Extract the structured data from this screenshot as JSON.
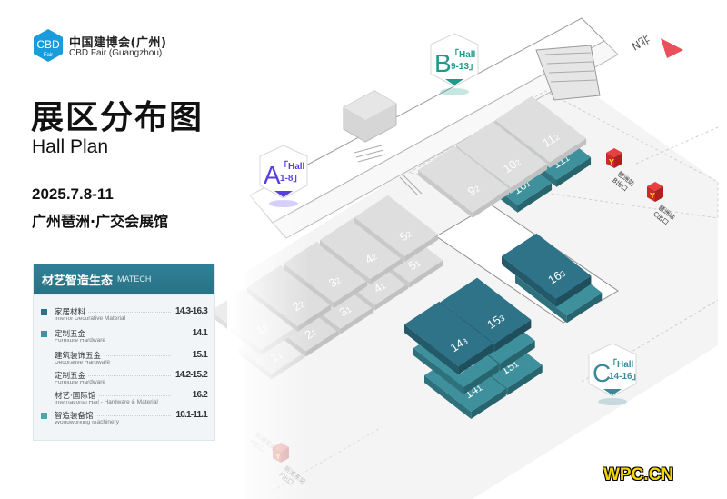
{
  "brand": {
    "logo_text": "CBD",
    "logo_sub": "Fair",
    "name_cn": "中国建博会(广州)",
    "name_en": "CBD Fair (Guangzhou)",
    "color": "#1a9bdc"
  },
  "title": {
    "cn": "展区分布图",
    "en": "Hall Plan"
  },
  "event": {
    "date": "2025.7.8-11",
    "venue": "广州琶洲·广交会展馆"
  },
  "legend": {
    "title_cn": "材艺智造生态",
    "title_en": "MATECH",
    "items": [
      {
        "cn": "家居材料",
        "en": "Interior Decorative Material",
        "value": "14.3-16.3",
        "color": "#2e7189"
      },
      {
        "cn": "定制五金",
        "en": "Furniture Hardware",
        "value": "14.1",
        "color": "#3e95a2"
      },
      {
        "cn": "建筑装饰五金",
        "en": "Decorative Hardware",
        "value": "15.1",
        "color": ""
      },
      {
        "cn": "定制五金",
        "en": "Furniture Hardware",
        "value": "14.2-15.2",
        "color": ""
      },
      {
        "cn": "材艺·国际馆",
        "en": "International Hall - Hardware & Material",
        "value": "16.2",
        "color": ""
      },
      {
        "cn": "智造装备馆",
        "en": "Woodworking Machinery",
        "value": "10.1-11.1",
        "color": "#4ea6ad"
      }
    ]
  },
  "markers": [
    {
      "letter": "A",
      "hall": "「Hall",
      "range": "1-8」",
      "color": "#5a3fe0"
    },
    {
      "letter": "B",
      "hall": "「Hall",
      "range": "9-13」",
      "color": "#1f9a8a"
    },
    {
      "letter": "C",
      "hall": "「Hall",
      "range": "14-16」",
      "color": "#3b8a99"
    }
  ],
  "north": {
    "label": "北N",
    "color": "#e8505b"
  },
  "stations": [
    {
      "name": "琶洲站",
      "exit": "B出口"
    },
    {
      "name": "琶洲站",
      "exit": "C出口"
    },
    {
      "name": "新港东站",
      "exit": "F出口"
    },
    {
      "name": "新港东站",
      "exit": "A出口"
    }
  ],
  "halls": [
    {
      "id": "1.1",
      "main": "1",
      "sub": "1",
      "type": "fade"
    },
    {
      "id": "2.1",
      "main": "2",
      "sub": "1",
      "type": "gray"
    },
    {
      "id": "3.1",
      "main": "3",
      "sub": "1",
      "type": "gray"
    },
    {
      "id": "4.1",
      "main": "4",
      "sub": "1",
      "type": "gray"
    },
    {
      "id": "5.1",
      "main": "5",
      "sub": "1",
      "type": "gray"
    },
    {
      "id": "1.2",
      "main": "1",
      "sub": "2",
      "type": "fade"
    },
    {
      "id": "2.2",
      "main": "2",
      "sub": "2",
      "type": "gray"
    },
    {
      "id": "3.2",
      "main": "3",
      "sub": "2",
      "type": "gray"
    },
    {
      "id": "4.2",
      "main": "4",
      "sub": "2",
      "type": "gray"
    },
    {
      "id": "5.2",
      "main": "5",
      "sub": "2",
      "type": "gray"
    },
    {
      "id": "11.1",
      "main": "11",
      "sub": "1",
      "type": "teal"
    },
    {
      "id": "10.1",
      "main": "10",
      "sub": "1",
      "type": "teal"
    },
    {
      "id": "11.2",
      "main": "11",
      "sub": "2",
      "type": "gray"
    },
    {
      "id": "10.2",
      "main": "10",
      "sub": "2",
      "type": "gray"
    },
    {
      "id": "9.2",
      "main": "9",
      "sub": "2",
      "type": "gray"
    },
    {
      "id": "16.2",
      "main": "16",
      "sub": "2",
      "type": "teal"
    },
    {
      "id": "16.3",
      "main": "16",
      "sub": "3",
      "type": "dark"
    },
    {
      "id": "15.1",
      "main": "15",
      "sub": "1",
      "type": "teal"
    },
    {
      "id": "14.1",
      "main": "14",
      "sub": "1",
      "type": "teal"
    },
    {
      "id": "15.2",
      "main": "15",
      "sub": "2",
      "type": "teal"
    },
    {
      "id": "14.2",
      "main": "14",
      "sub": "2",
      "type": "teal"
    },
    {
      "id": "15.3",
      "main": "15",
      "sub": "3",
      "type": "dark"
    },
    {
      "id": "14.3",
      "main": "14",
      "sub": "3",
      "type": "dark"
    }
  ],
  "watermark": "WPC.CN"
}
